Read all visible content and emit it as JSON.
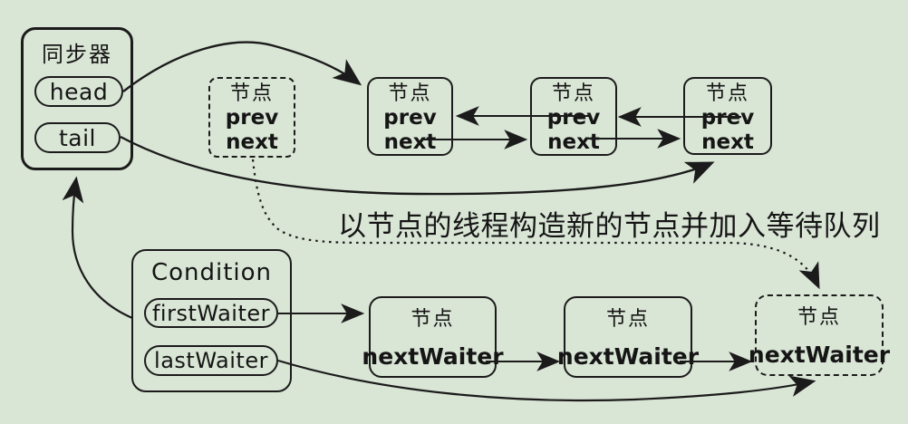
{
  "colors": {
    "background": "#d9e5d5",
    "line": "#1b1b1b"
  },
  "synchronizer": {
    "title": "同步器",
    "head_label": "head",
    "tail_label": "tail"
  },
  "pending_node": {
    "title": "节点",
    "prev_label": "prev",
    "next_label": "next"
  },
  "sync_queue_nodes": [
    {
      "title": "节点",
      "prev_label": "prev",
      "next_label": "next"
    },
    {
      "title": "节点",
      "prev_label": "prev",
      "next_label": "next"
    },
    {
      "title": "节点",
      "prev_label": "prev",
      "next_label": "next"
    }
  ],
  "caption": "以节点的线程构造新的节点并加入等待队列",
  "condition": {
    "title": "Condition",
    "first_waiter_label": "firstWaiter",
    "last_waiter_label": "lastWaiter"
  },
  "wait_queue_nodes": [
    {
      "title": "节点",
      "next_waiter_label": "nextWaiter"
    },
    {
      "title": "节点",
      "next_waiter_label": "nextWaiter"
    },
    {
      "title": "节点",
      "next_waiter_label": "nextWaiter"
    }
  ]
}
